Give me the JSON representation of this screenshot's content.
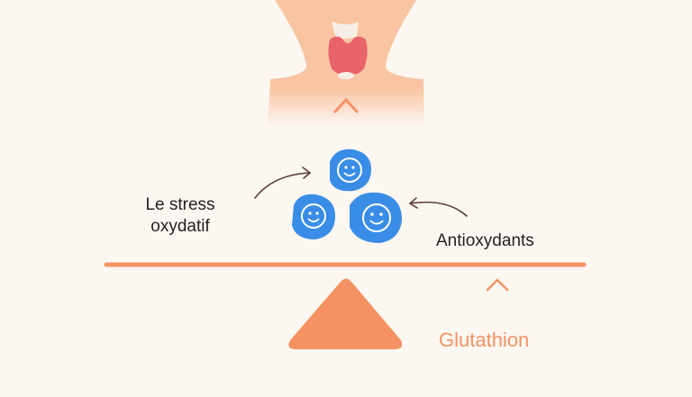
{
  "labels": {
    "oxidative_stress": [
      "Le stress",
      "oxydatif"
    ],
    "antioxidants": "Antioxydants",
    "glutathione": "Glutathion"
  },
  "icons": [
    "thyroid-neck-illustration",
    "smiley-cell-icon",
    "smiley-cell-icon",
    "smiley-cell-icon",
    "curved-arrow-icon",
    "curved-arrow-icon",
    "up-arrow-icon",
    "up-arrow-icon",
    "balance-beam",
    "fulcrum-triangle"
  ],
  "colors": {
    "background": "#fdf7f2",
    "neck": "#f9c4a2",
    "thyroid": "#e8636a",
    "cell": "#3a8de6",
    "accent": "#f49263",
    "arrow_dark": "#5a3a3a",
    "text": "#222222"
  }
}
